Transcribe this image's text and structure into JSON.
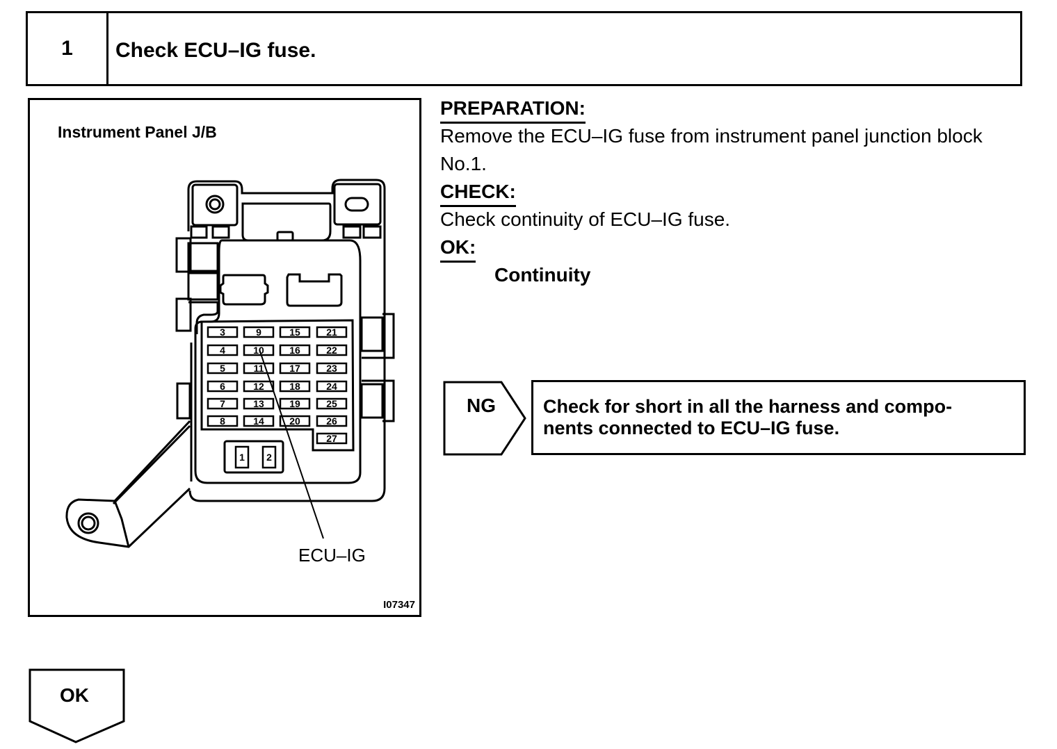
{
  "step": {
    "number": "1",
    "title": "Check ECU–IG fuse."
  },
  "figure": {
    "title": "Instrument Panel J/B",
    "callout_label": "ECU–IG",
    "figure_code": "I07347",
    "highlighted_fuse": "10",
    "fuse_grid": [
      [
        "3",
        "9",
        "15",
        "21"
      ],
      [
        "4",
        "10",
        "16",
        "22"
      ],
      [
        "5",
        "11",
        "17",
        "23"
      ],
      [
        "6",
        "12",
        "18",
        "24"
      ],
      [
        "7",
        "13",
        "19",
        "25"
      ],
      [
        "8",
        "14",
        "20",
        "26"
      ],
      [
        "",
        "",
        "",
        "27"
      ]
    ],
    "relay_slots": [
      "1",
      "2"
    ]
  },
  "instructions": {
    "preparation_heading": "PREPARATION:",
    "preparation_line1": "Remove the ECU–IG fuse from instrument panel junction block",
    "preparation_line2": "No.1.",
    "check_heading": "CHECK:",
    "check_text": "Check continuity of ECU–IG fuse.",
    "ok_heading": "OK:",
    "ok_value": "Continuity"
  },
  "ng_branch": {
    "label": "NG",
    "text_line1": "Check for short in all the harness and compo-",
    "text_line2": "nents connected to ECU–IG fuse."
  },
  "ok_branch": {
    "label": "OK"
  }
}
